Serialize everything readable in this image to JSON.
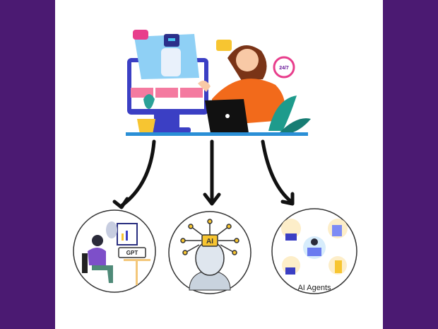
{
  "colors": {
    "frame": "#4b1a72",
    "panel": "#ffffff",
    "monitor": "#3b3fc4",
    "shirt": "#f26a1b",
    "desk": "#2a8fd6",
    "arrow": "#111111",
    "accent_pink": "#e83e8c",
    "accent_yellow": "#f7c531"
  },
  "top_scene": {
    "clock_label": "24/7"
  },
  "circles": [
    {
      "name": "chatgpt-user",
      "label": "GPT"
    },
    {
      "name": "ai-head",
      "label": "AI"
    },
    {
      "name": "ai-agents",
      "label": "AI Agents"
    }
  ]
}
